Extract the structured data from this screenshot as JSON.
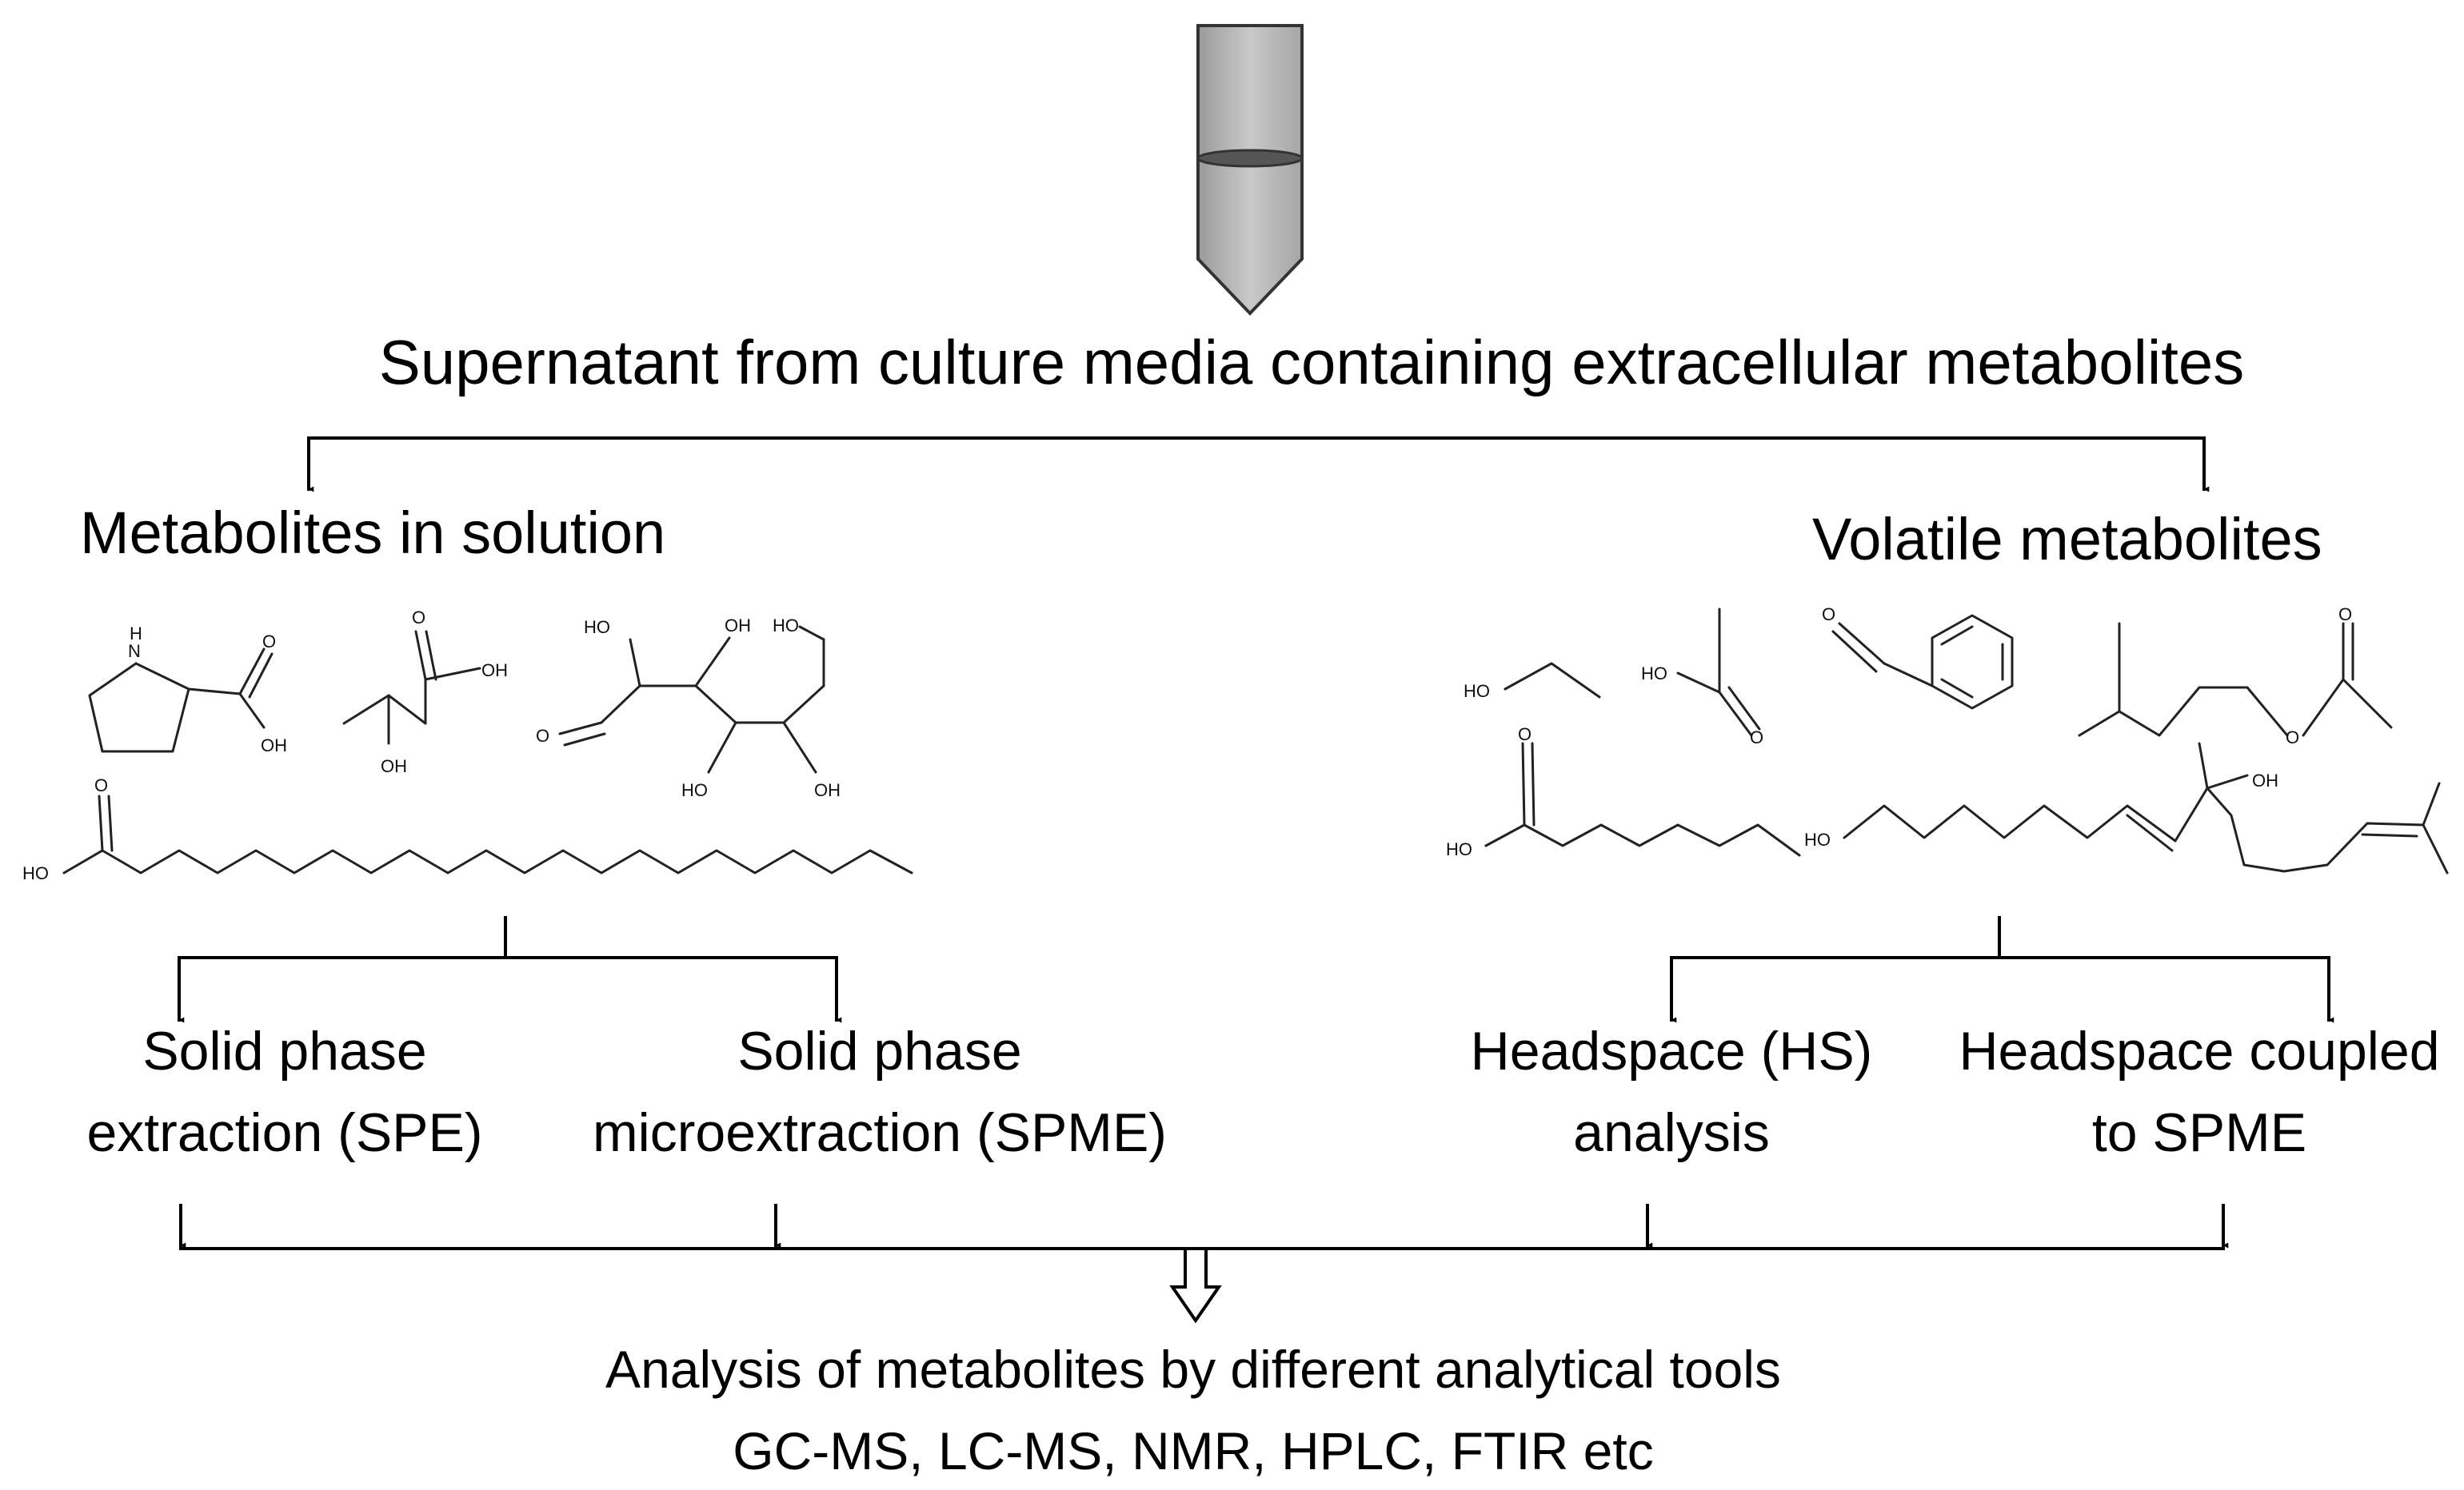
{
  "source": {
    "title": "Supernatant from culture media containing extracellular metabolites"
  },
  "branches": {
    "left": {
      "title": "Metabolites in solution",
      "methods": [
        {
          "line1": "Solid phase",
          "line2": "extraction (SPE)"
        },
        {
          "line1": "Solid phase",
          "line2": "microextraction (SPME)"
        }
      ]
    },
    "right": {
      "title": "Volatile metabolites",
      "methods": [
        {
          "line1": "Headspace (HS)",
          "line2": "analysis"
        },
        {
          "line1": "Headspace coupled",
          "line2": "to SPME"
        }
      ]
    }
  },
  "structure_labels": {
    "proline_nh": "H",
    "proline_n": "N",
    "oxygen": "O",
    "hydroxyl": "OH",
    "hydroxyl_left": "HO"
  },
  "result": {
    "line1": "Analysis of metabolites by different analytical tools",
    "line2": "GC-MS, LC-MS, NMR, HPLC, FTIR etc"
  }
}
